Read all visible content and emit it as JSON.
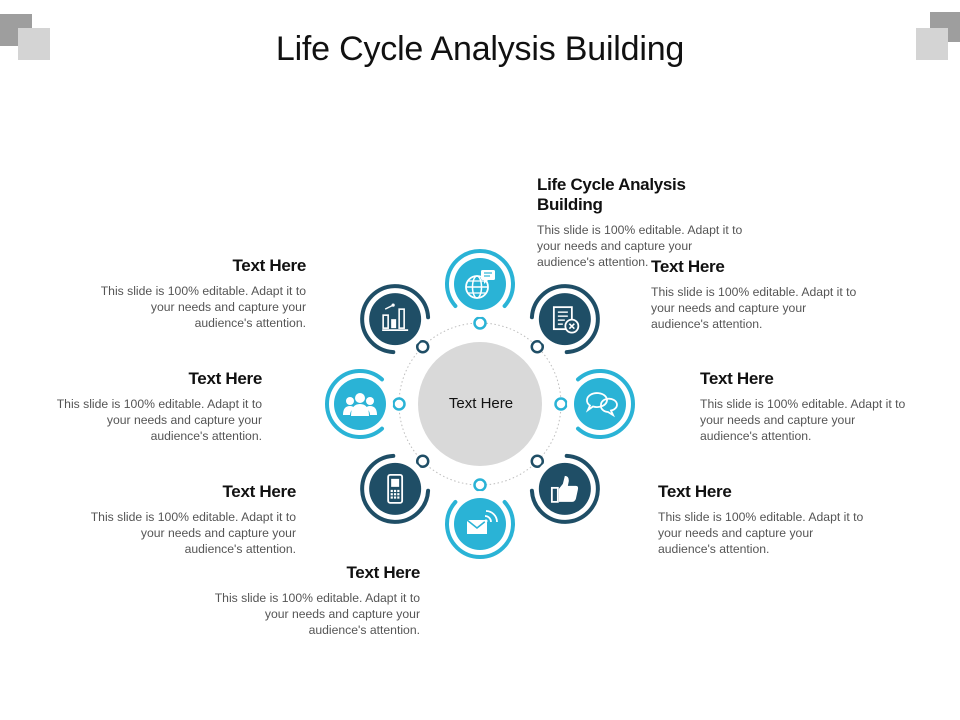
{
  "title": "Life Cycle Analysis Building",
  "center_label": "Text Here",
  "colors": {
    "light_blue": "#2ab3d6",
    "dark_navy": "#1f4e66",
    "center_fill": "#d9d9d9",
    "corner_dark": "#9e9e9e",
    "corner_light": "#d4d4d4"
  },
  "nodes": [
    {
      "id": "top",
      "icon": "globe-chat-icon",
      "color": "light_blue",
      "heading": "Life Cycle Analysis Building",
      "body": "This slide is 100% editable. Adapt it to your needs and capture your audience's attention."
    },
    {
      "id": "upper-right",
      "icon": "document-x-icon",
      "color": "dark_navy",
      "heading": "Text Here",
      "body": "This slide is 100% editable. Adapt it to your needs and capture your audience's attention."
    },
    {
      "id": "right",
      "icon": "chat-bubbles-icon",
      "color": "light_blue",
      "heading": "Text Here",
      "body": "This slide is 100% editable. Adapt it to your needs and capture your audience's attention."
    },
    {
      "id": "lower-right",
      "icon": "thumbs-up-icon",
      "color": "dark_navy",
      "heading": "Text Here",
      "body": "This slide is 100% editable. Adapt it to your needs and capture your audience's attention."
    },
    {
      "id": "bottom",
      "icon": "wireless-envelope-icon",
      "color": "light_blue",
      "heading": "Text Here",
      "body": "This slide is 100% editable. Adapt it to your needs and capture your audience's attention."
    },
    {
      "id": "lower-left",
      "icon": "mobile-phone-icon",
      "color": "dark_navy",
      "heading": "Text Here",
      "body": "This slide is 100% editable. Adapt it to your needs and capture your audience's attention."
    },
    {
      "id": "left",
      "icon": "user-group-icon",
      "color": "light_blue",
      "heading": "Text Here",
      "body": "This slide is 100% editable. Adapt it to your needs and capture your audience's attention."
    },
    {
      "id": "upper-left",
      "icon": "bar-chart-icon",
      "color": "dark_navy",
      "heading": "Text Here",
      "body": "This slide is 100% editable. Adapt it to your needs and capture your audience's attention."
    }
  ]
}
